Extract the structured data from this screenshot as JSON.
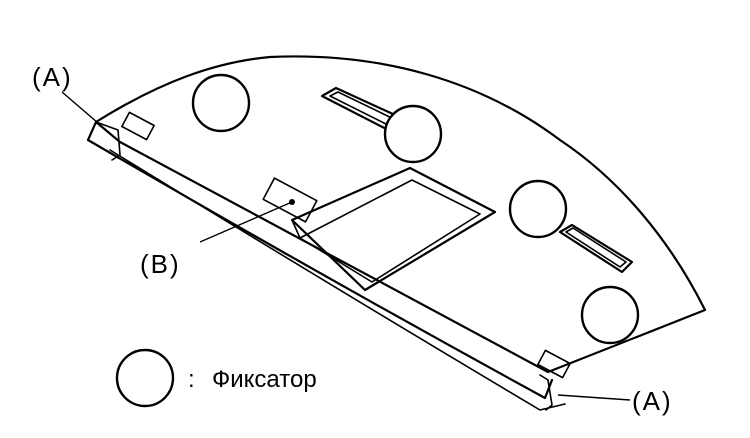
{
  "labels": {
    "a_top_left": "(A)",
    "b_center": "(B)",
    "a_bottom_right": "(A)"
  },
  "legend": {
    "separator": ":",
    "text": "Фиксатор",
    "symbol_icon": "circle-symbol-icon"
  }
}
